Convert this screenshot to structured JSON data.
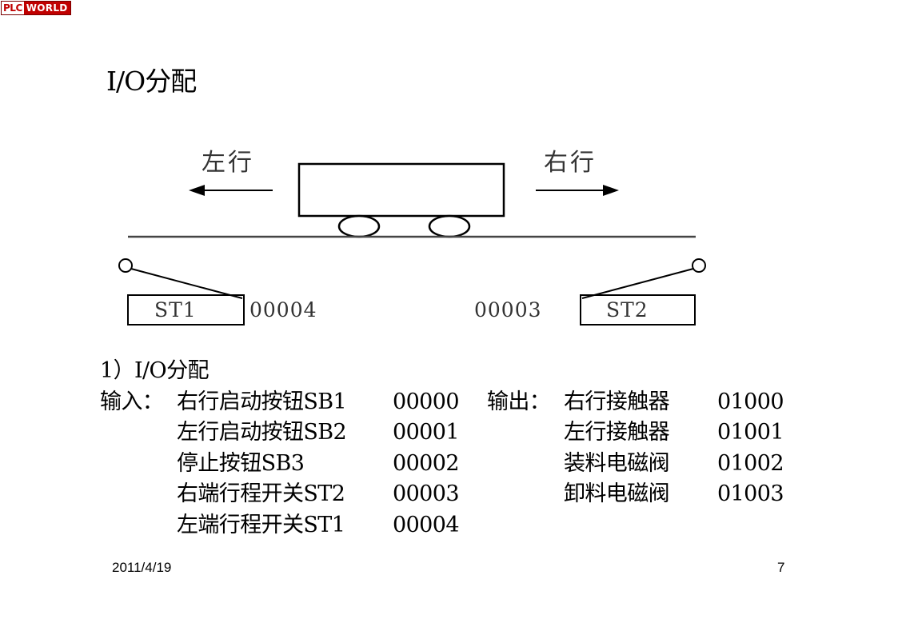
{
  "logo": {
    "part1": "PLC",
    "part2": "WORLD"
  },
  "title": "I/O分配",
  "diagram": {
    "left_direction": "左行",
    "right_direction": "右行",
    "left_switch_label": "ST1",
    "left_switch_code": "00004",
    "right_switch_label": "ST2",
    "right_switch_code": "00003"
  },
  "section": {
    "heading": "1）I/O分配",
    "input_label": "输入：",
    "output_label": "输出：",
    "inputs": [
      {
        "name": "右行启动按钮SB1",
        "code": "00000"
      },
      {
        "name": "左行启动按钮SB2",
        "code": "00001"
      },
      {
        "name": "停止按钮SB3",
        "code": "00002"
      },
      {
        "name": "右端行程开关ST2",
        "code": "00003"
      },
      {
        "name": "左端行程开关ST1",
        "code": "00004"
      }
    ],
    "outputs": [
      {
        "name": "右行接触器",
        "code": "01000"
      },
      {
        "name": "左行接触器",
        "code": "01001"
      },
      {
        "name": "装料电磁阀",
        "code": "01002"
      },
      {
        "name": "卸料电磁阀",
        "code": "01003"
      }
    ]
  },
  "footer": {
    "date": "2011/4/19",
    "page": "7"
  }
}
